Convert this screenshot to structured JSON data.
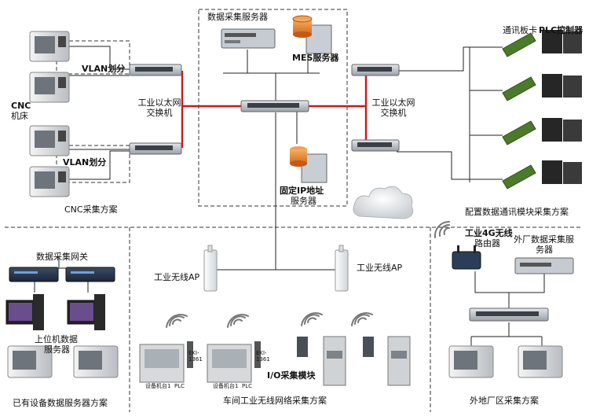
{
  "labels": {
    "data_server": "数据采集服务器",
    "mes_server": "MES服务器",
    "vlan_top": "VLAN划分",
    "vlan_bottom": "VLAN划分",
    "cnc_line1": "CNC",
    "cnc_line2": "机床",
    "switch_left_1": "工业以太网",
    "switch_left_2": "交换机",
    "switch_right_1": "工业以太网",
    "switch_right_2": "交换机",
    "fixed_ip_1": "固定IP地址",
    "fixed_ip_2": "服务器",
    "cnc_scheme": "CNC采集方案",
    "comm_card": "通讯板卡",
    "plc_controller": "PLC控制器",
    "config_scheme": "配置数据通讯模块采集方案",
    "gateway": "数据采集网关",
    "pc_server_1": "上位机数据",
    "pc_server_2": "服务器",
    "existing_scheme": "已有设备数据服务器方案",
    "ap_left": "工业无线AP",
    "ap_right": "工业无线AP",
    "io_module": "I/O采集模块",
    "workshop_scheme": "车间工业无线网络采集方案",
    "router_1": "工业4G无线",
    "router_2": "路由器",
    "remote_server_1": "外厂数据采集服",
    "remote_server_2": "务器",
    "remote_scheme": "外地厂区采集方案",
    "machine_tag_1": "设备机台1",
    "machine_tag_2": "设备机台1",
    "plc_tag_1": "PLC",
    "plc_tag_2": "PLC",
    "eki_1a": "EKI-",
    "eki_1b": "1361",
    "eki_2a": "EKI-",
    "eki_2b": "1361"
  },
  "colors": {
    "backbone": "#d01818",
    "line": "#222222",
    "dash": "#333333",
    "device_gray": "#8e969e",
    "device_dark": "#2c3a4c",
    "server_orange": "#e8882a",
    "pcb_green": "#4a7a2a"
  }
}
